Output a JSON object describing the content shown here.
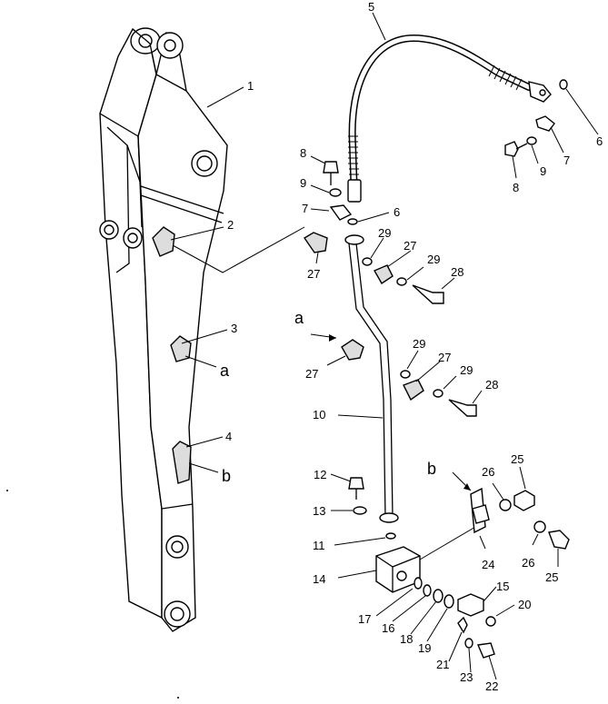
{
  "diagram": {
    "callouts": [
      {
        "id": "c1",
        "text": "1"
      },
      {
        "id": "c2",
        "text": "2"
      },
      {
        "id": "c3",
        "text": "3"
      },
      {
        "id": "c4",
        "text": "4"
      },
      {
        "id": "c5",
        "text": "5"
      },
      {
        "id": "c6a",
        "text": "6"
      },
      {
        "id": "c6b",
        "text": "6"
      },
      {
        "id": "c7a",
        "text": "7"
      },
      {
        "id": "c7b",
        "text": "7"
      },
      {
        "id": "c8a",
        "text": "8"
      },
      {
        "id": "c8b",
        "text": "8"
      },
      {
        "id": "c9a",
        "text": "9"
      },
      {
        "id": "c9b",
        "text": "9"
      },
      {
        "id": "c10",
        "text": "10"
      },
      {
        "id": "c11",
        "text": "11"
      },
      {
        "id": "c12",
        "text": "12"
      },
      {
        "id": "c13",
        "text": "13"
      },
      {
        "id": "c14",
        "text": "14"
      },
      {
        "id": "c15",
        "text": "15"
      },
      {
        "id": "c16",
        "text": "16"
      },
      {
        "id": "c17",
        "text": "17"
      },
      {
        "id": "c18",
        "text": "18"
      },
      {
        "id": "c19",
        "text": "19"
      },
      {
        "id": "c20",
        "text": "20"
      },
      {
        "id": "c21",
        "text": "21"
      },
      {
        "id": "c22",
        "text": "22"
      },
      {
        "id": "c23",
        "text": "23"
      },
      {
        "id": "c24",
        "text": "24"
      },
      {
        "id": "c25a",
        "text": "25"
      },
      {
        "id": "c25b",
        "text": "25"
      },
      {
        "id": "c26a",
        "text": "26"
      },
      {
        "id": "c26b",
        "text": "26"
      },
      {
        "id": "c27a",
        "text": "27"
      },
      {
        "id": "c27b",
        "text": "27"
      },
      {
        "id": "c27c",
        "text": "27"
      },
      {
        "id": "c27d",
        "text": "27"
      },
      {
        "id": "c28a",
        "text": "28"
      },
      {
        "id": "c28b",
        "text": "28"
      },
      {
        "id": "c29a",
        "text": "29"
      },
      {
        "id": "c29b",
        "text": "29"
      },
      {
        "id": "c29c",
        "text": "29"
      },
      {
        "id": "c29d",
        "text": "29"
      }
    ],
    "detail_marks": [
      {
        "id": "ma1",
        "text": "a"
      },
      {
        "id": "ma2",
        "text": "a"
      },
      {
        "id": "mb1",
        "text": "b"
      },
      {
        "id": "mb2",
        "text": "b"
      }
    ]
  }
}
